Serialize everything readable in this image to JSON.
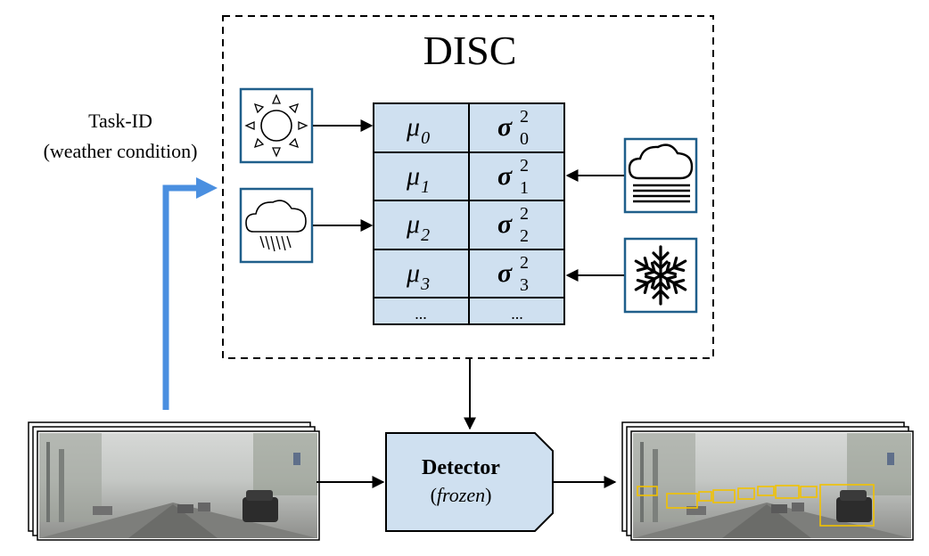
{
  "disc": {
    "title": "DISC"
  },
  "task_label": {
    "line1": "Task-ID",
    "line2": "(weather condition)"
  },
  "table": {
    "rows": [
      {
        "mu_sym": "μ",
        "mu_sub": "0",
        "sigma_sym": "σ",
        "sigma_sup": "2",
        "sigma_sub": "0"
      },
      {
        "mu_sym": "μ",
        "mu_sub": "1",
        "sigma_sym": "σ",
        "sigma_sup": "2",
        "sigma_sub": "1"
      },
      {
        "mu_sym": "μ",
        "mu_sub": "2",
        "sigma_sym": "σ",
        "sigma_sup": "2",
        "sigma_sub": "2"
      },
      {
        "mu_sym": "μ",
        "mu_sub": "3",
        "sigma_sym": "σ",
        "sigma_sup": "2",
        "sigma_sub": "3"
      }
    ],
    "ellipsis": "..."
  },
  "detector": {
    "title": "Detector",
    "subtitle": "frozen",
    "paren_open": "(",
    "paren_close": ")"
  },
  "icons": [
    "sun-icon",
    "rain-cloud-icon",
    "fog-cloud-icon",
    "snowflake-icon"
  ],
  "colors": {
    "cell_fill": "#cfe0f0",
    "icon_border": "#1f5f8b",
    "arrow_blue": "#4a8fe0",
    "box_yellow": "#f2c200"
  }
}
